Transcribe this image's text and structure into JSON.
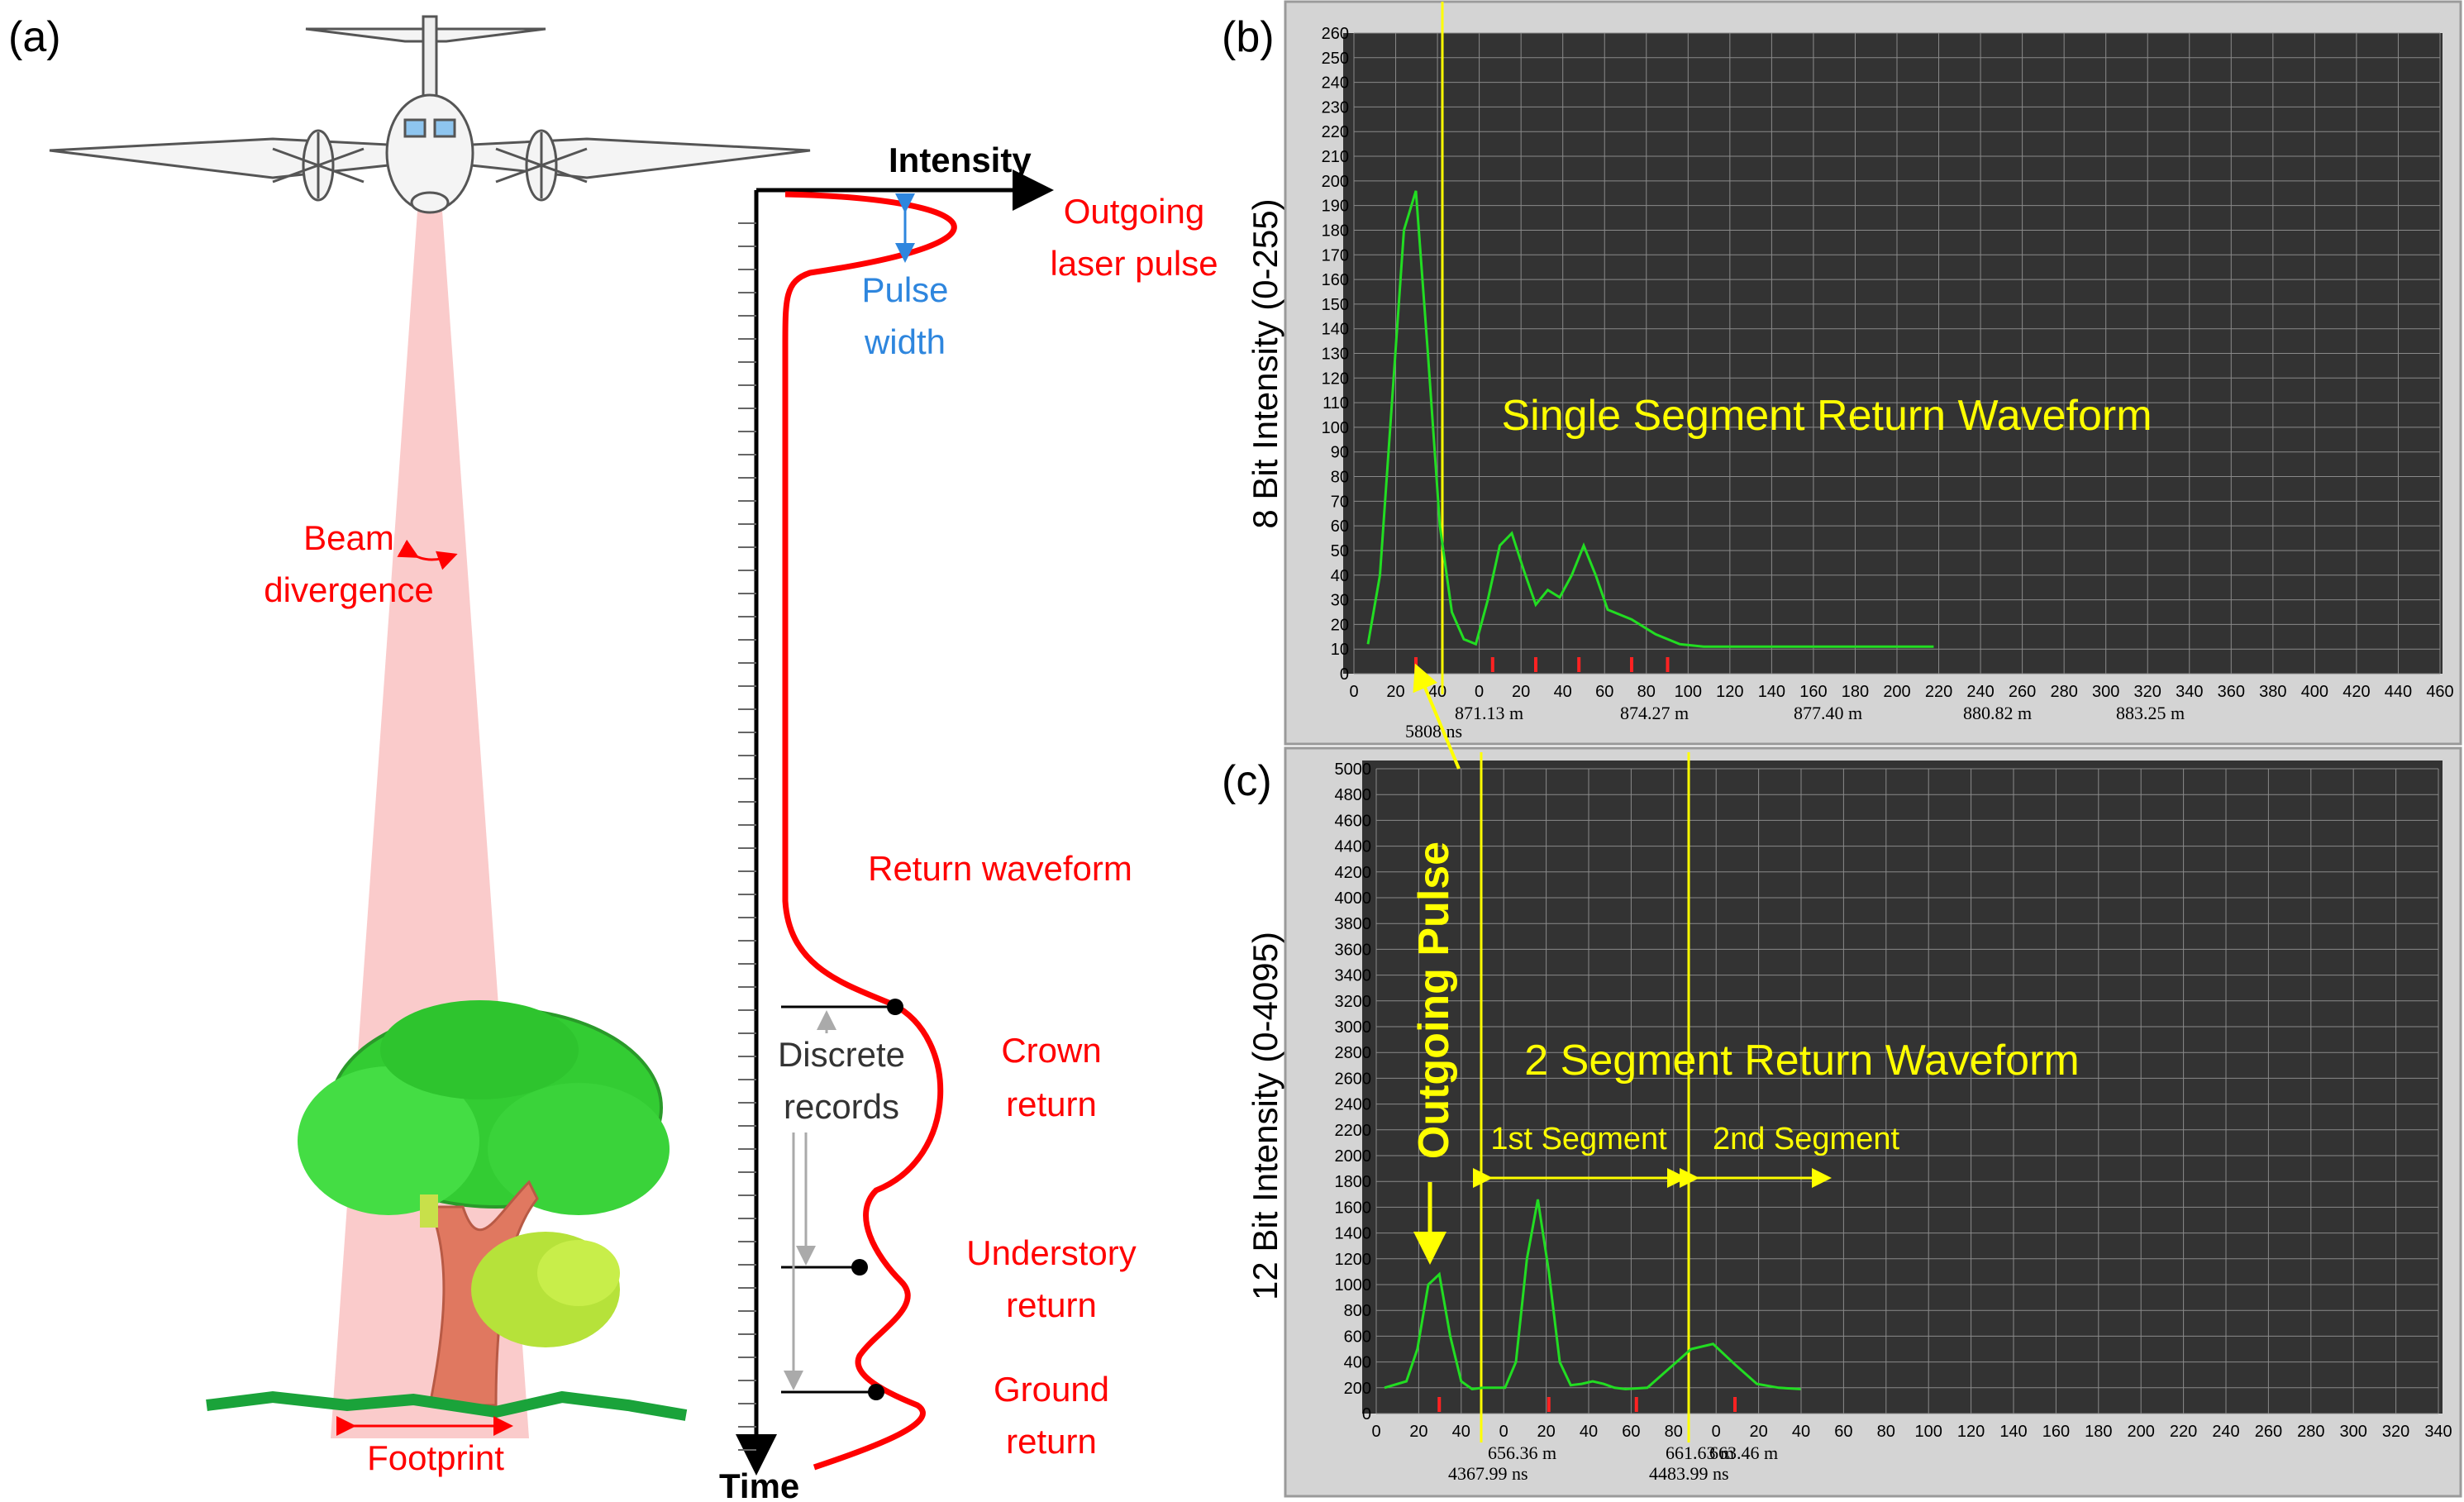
{
  "panel_a": {
    "label": "(a)",
    "intensity_axis": "Intensity",
    "time_axis": "Time",
    "outgoing_line1": "Outgoing",
    "outgoing_line2": "laser pulse",
    "pulse_line1": "Pulse",
    "pulse_line2": "width",
    "beam_line1": "Beam",
    "beam_line2": "divergence",
    "return_waveform": "Return waveform",
    "discrete_line1": "Discrete",
    "discrete_line2": "records",
    "crown_line1": "Crown",
    "crown_line2": "return",
    "understory_line1": "Understory",
    "understory_line2": "return",
    "ground_line1": "Ground",
    "ground_line2": "return",
    "footprint": "Footprint",
    "colors": {
      "red": "#ff0000",
      "blue": "#2e86de",
      "tree_green": "#33cc33",
      "trunk": "#e07860",
      "beam": "#f9c2c2",
      "ground": "#1aa33a"
    }
  },
  "panel_b": {
    "label": "(b)",
    "ylabel": "8 Bit Intensity (0-255)",
    "waveform_title": "Single Segment Return Waveform",
    "y_ticks": [
      "0",
      "10",
      "20",
      "30",
      "40",
      "50",
      "60",
      "70",
      "80",
      "90",
      "100",
      "110",
      "120",
      "130",
      "140",
      "150",
      "160",
      "170",
      "180",
      "190",
      "200",
      "210",
      "220",
      "230",
      "240",
      "250",
      "260"
    ],
    "x_ticks": [
      "0",
      "20",
      "40",
      "0",
      "20",
      "40",
      "60",
      "80",
      "100",
      "120",
      "140",
      "160",
      "180",
      "200",
      "220",
      "240",
      "260",
      "280",
      "300",
      "320",
      "340",
      "360",
      "380",
      "400",
      "420",
      "440",
      "460"
    ],
    "dist_labels": [
      "871.13 m",
      "874.27 m",
      "877.40 m",
      "880.82 m",
      "883.25 m"
    ],
    "time_label": "5808 ns"
  },
  "panel_c": {
    "label": "(c)",
    "ylabel": "12 Bit Intensity (0-4095)",
    "waveform_title": "2 Segment Return Waveform",
    "outgoing_pulse": "Outgoing Pulse",
    "segment1": "1st Segment",
    "segment2": "2nd Segment",
    "y_ticks": [
      "0",
      "200",
      "400",
      "600",
      "800",
      "1000",
      "1200",
      "1400",
      "1600",
      "1800",
      "2000",
      "2200",
      "2400",
      "2600",
      "2800",
      "3000",
      "3200",
      "3400",
      "3600",
      "3800",
      "4000",
      "4200",
      "4400",
      "4600",
      "4800",
      "5000"
    ],
    "x_ticks": [
      "0",
      "20",
      "40",
      "0",
      "20",
      "40",
      "60",
      "80",
      "0",
      "20",
      "40",
      "60",
      "80",
      "100",
      "120",
      "140",
      "160",
      "180",
      "200",
      "220",
      "240",
      "260",
      "280",
      "300",
      "320",
      "340"
    ],
    "dist_labels": [
      "656.36 m",
      "661.63 m",
      "663.46 m"
    ],
    "time_labels": [
      "4367.99 ns",
      "4483.99 ns"
    ]
  },
  "plot_colors": {
    "background": "#333333",
    "grid": "#8a8a8a",
    "frame": "#c8c8c8",
    "waveform": "#22dd22",
    "marker": "#ff2222",
    "annotation": "#ffff00"
  },
  "chart_data": [
    {
      "type": "line",
      "title": "Single Segment Return Waveform",
      "ylabel": "8 Bit Intensity (0-255)",
      "ylim": [
        0,
        260
      ],
      "x": [
        0,
        5,
        10,
        15,
        20,
        25,
        30,
        35,
        40,
        45,
        50,
        55,
        60,
        65,
        70,
        75,
        80,
        85,
        90,
        95,
        100,
        110,
        120,
        130,
        140,
        150,
        160,
        170,
        180,
        190,
        200,
        210,
        220,
        230,
        236
      ],
      "series": [
        {
          "values": [
            12,
            40,
            110,
            180,
            196,
            130,
            60,
            25,
            14,
            12,
            30,
            52,
            57,
            42,
            28,
            34,
            31,
            40,
            52,
            40,
            26,
            22,
            16,
            12,
            11,
            11,
            11,
            11,
            11,
            11,
            11,
            11,
            11,
            11,
            11
          ]
        }
      ],
      "markers_x": [
        20,
        52,
        70,
        88,
        110,
        125
      ],
      "grid": true
    },
    {
      "type": "line",
      "title": "2 Segment Return Waveform",
      "ylabel": "12 Bit Intensity (0-4095)",
      "ylim": [
        0,
        5000
      ],
      "x": [
        0,
        10,
        15,
        20,
        25,
        30,
        35,
        40,
        45,
        50,
        55,
        60,
        65,
        70,
        75,
        80,
        85,
        90,
        95,
        100,
        105,
        110,
        120,
        130,
        140,
        150,
        160,
        170,
        180,
        190
      ],
      "series": [
        {
          "values": [
            200,
            250,
            500,
            1000,
            1080,
            600,
            250,
            190,
            200,
            200,
            200,
            400,
            1200,
            1660,
            1100,
            400,
            220,
            230,
            250,
            230,
            200,
            190,
            200,
            350,
            500,
            540,
            380,
            230,
            200,
            190
          ]
        }
      ],
      "markers_x": [
        25,
        75,
        115,
        160
      ],
      "grid": true
    }
  ]
}
